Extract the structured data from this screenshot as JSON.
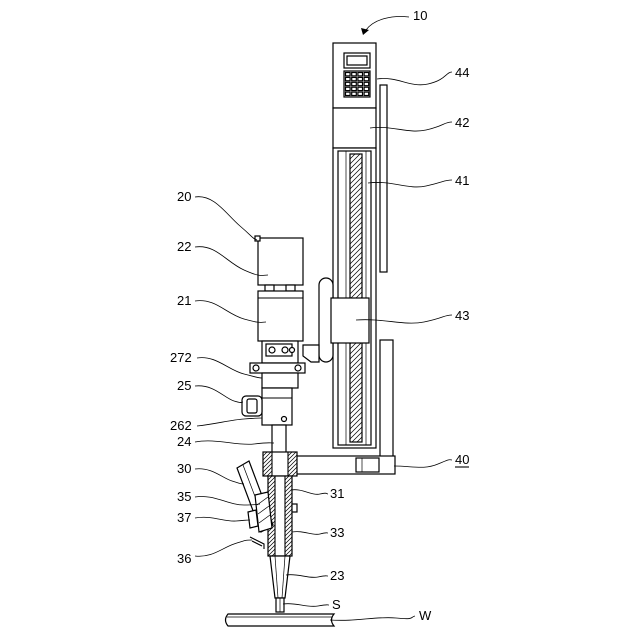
{
  "labels": {
    "label_10": "10",
    "label_44": "44",
    "label_42": "42",
    "label_41": "41",
    "label_20": "20",
    "label_22": "22",
    "label_21": "21",
    "label_43": "43",
    "label_272": "272",
    "label_25": "25",
    "label_262": "262",
    "label_24": "24",
    "label_40": "40",
    "label_30": "30",
    "label_31": "31",
    "label_35": "35",
    "label_37": "37",
    "label_33": "33",
    "label_36": "36",
    "label_23": "23",
    "label_S": "S",
    "label_W": "W"
  },
  "colors": {
    "line": "#000000",
    "background": "#ffffff"
  }
}
